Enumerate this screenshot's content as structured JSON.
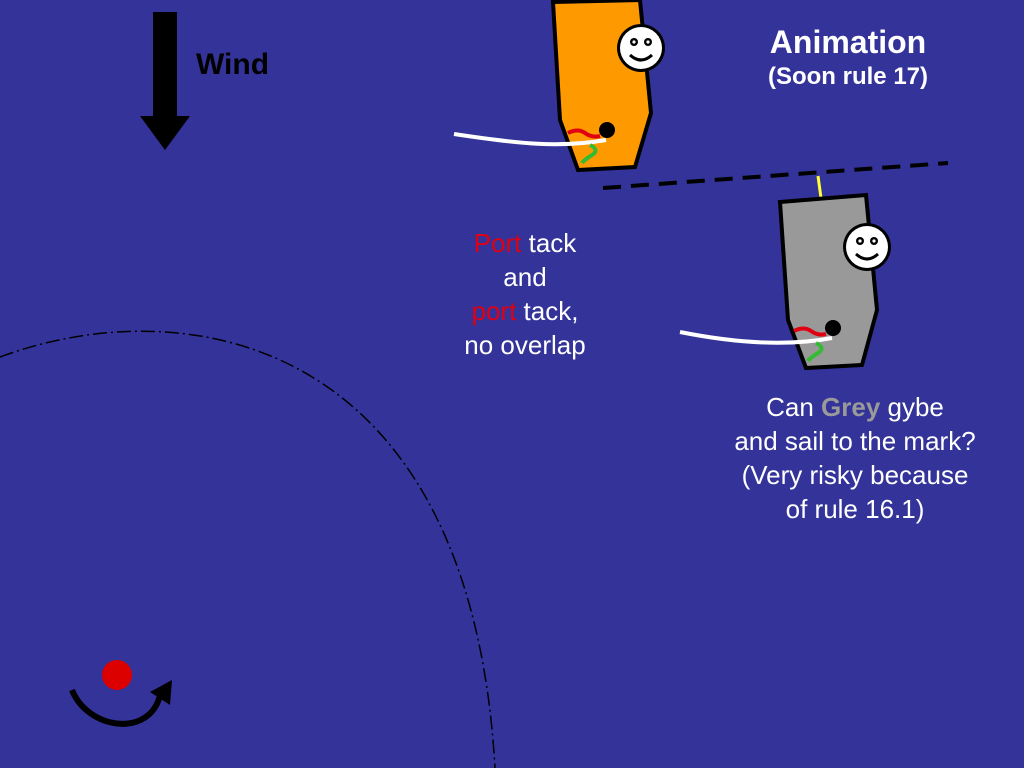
{
  "title": {
    "line1": "Animation",
    "line2": "(Soon rule 17)"
  },
  "wind_label": "Wind",
  "middle_text": {
    "l1_colored": "Port",
    "l1_rest": " tack",
    "l2": "and",
    "l3_colored": "port",
    "l3_rest": " tack,",
    "l4": "no overlap"
  },
  "right_text": {
    "l1_pre": "Can ",
    "l1_colored": "Grey",
    "l1_post": " gybe",
    "l2": "and sail to the mark?",
    "l3": "(Very risky because",
    "l4": "of rule 16.1)"
  },
  "colors": {
    "background": "#333399",
    "boat_orange": "#ff9900",
    "boat_grey": "#999999",
    "mark": "#dd0000",
    "port_red": "#e00012"
  }
}
